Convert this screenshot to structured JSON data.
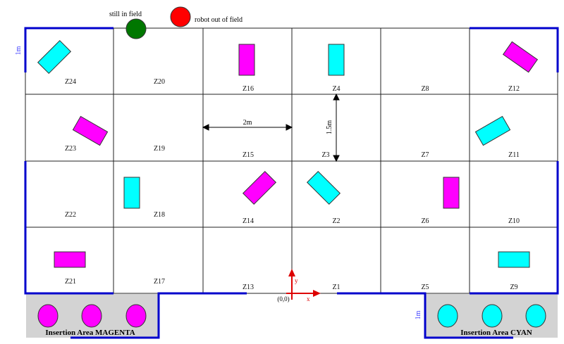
{
  "legend": {
    "still_in_field": "still in field",
    "robot_out_of_field": "robot out of field"
  },
  "zones": {
    "z1": "Z1",
    "z2": "Z2",
    "z3": "Z3",
    "z4": "Z4",
    "z5": "Z5",
    "z6": "Z6",
    "z7": "Z7",
    "z8": "Z8",
    "z9": "Z9",
    "z10": "Z10",
    "z11": "Z11",
    "z12": "Z12",
    "z13": "Z13",
    "z14": "Z14",
    "z15": "Z15",
    "z16": "Z16",
    "z17": "Z17",
    "z18": "Z18",
    "z19": "Z19",
    "z20": "Z20",
    "z21": "Z21",
    "z22": "Z22",
    "z23": "Z23",
    "z24": "Z24"
  },
  "dimensions": {
    "width": "2m",
    "height": "1.5m",
    "wall_left": "1m",
    "wall_cyan": "1m"
  },
  "axes": {
    "origin": "(0,0)",
    "x": "x",
    "y": "y"
  },
  "insertion": {
    "magenta": "Insertion Area MAGENTA",
    "cyan": "Insertion Area CYAN"
  },
  "colors": {
    "magenta": "#ff00ff",
    "cyan": "#00ffff",
    "wall": "#0000cc",
    "green": "#007700",
    "red": "#ff0000"
  }
}
